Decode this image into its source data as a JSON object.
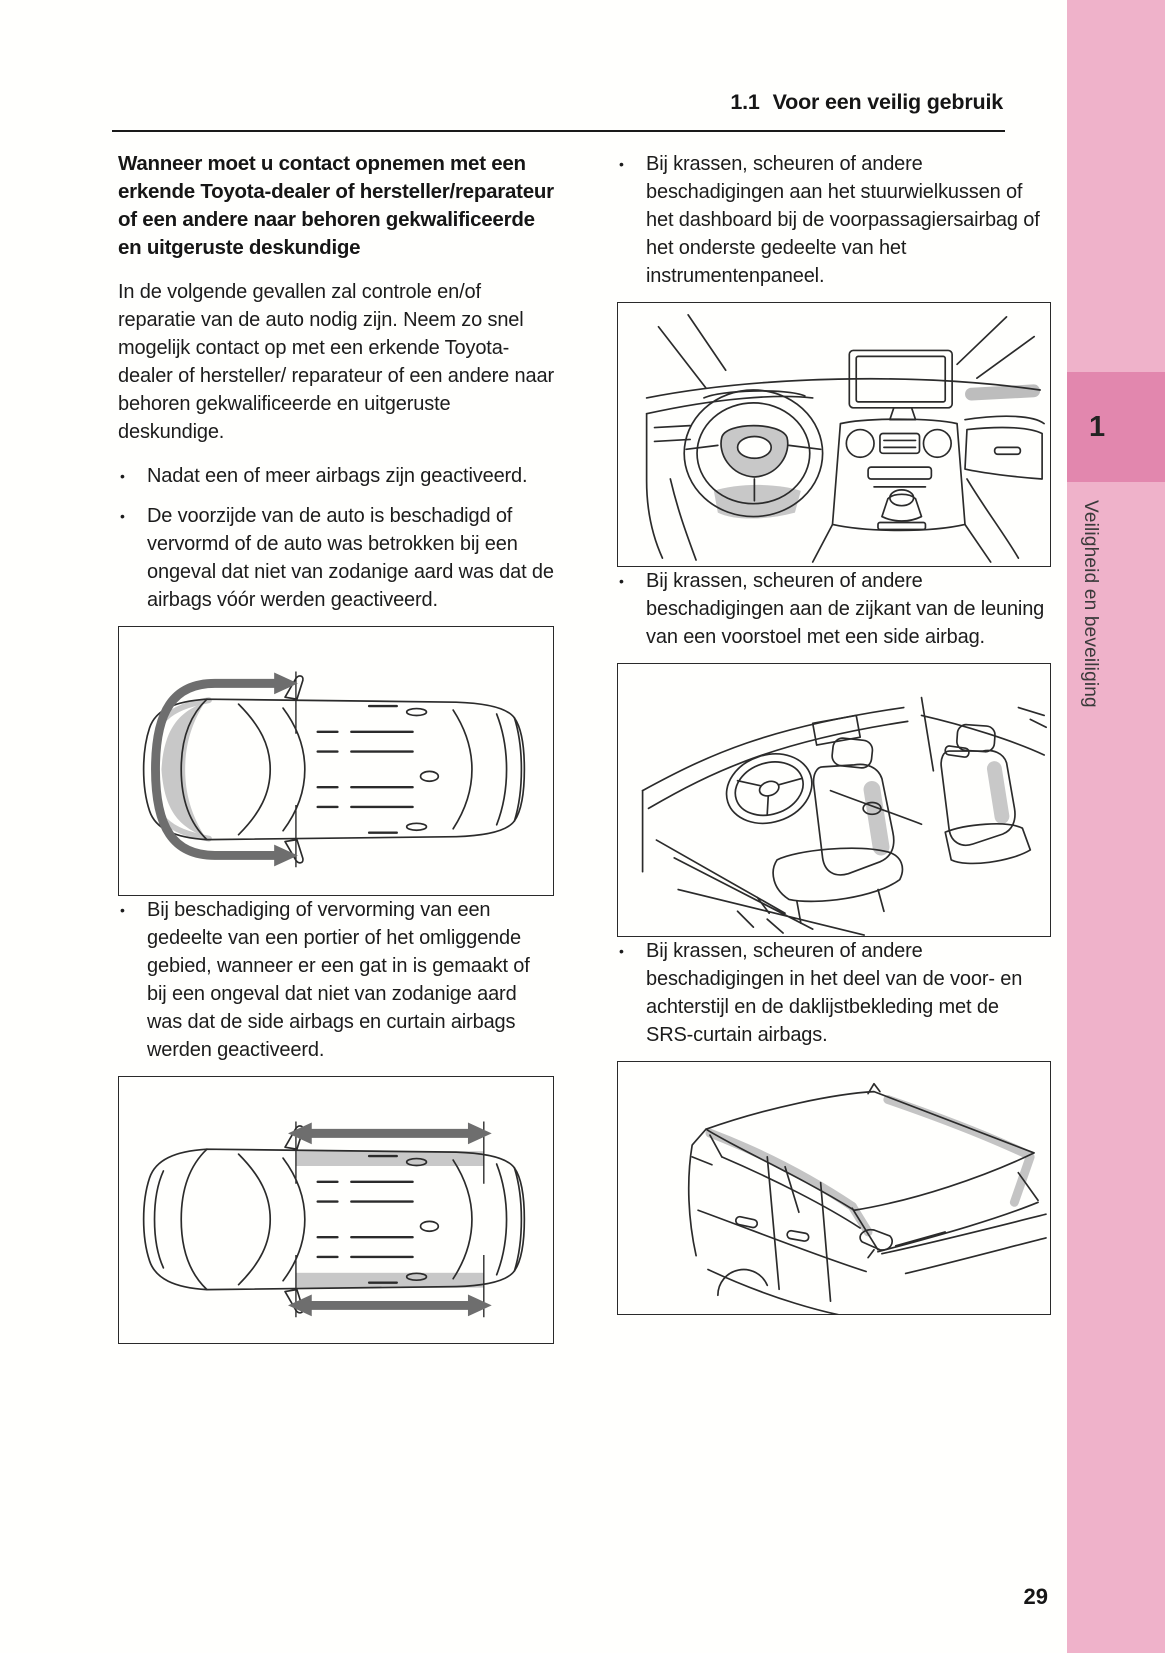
{
  "header": {
    "section_number": "1.1",
    "section_title": "Voor een veilig gebruik"
  },
  "sidebar": {
    "chapter_number": "1",
    "chapter_title": "Veiligheid en beveiliging",
    "colors": {
      "bar": "#efb2ca",
      "chapter_box": "#e287ae"
    }
  },
  "page_number": "29",
  "left_column": {
    "heading": "Wanneer moet u contact opnemen met een erkende Toyota-dealer of hersteller/reparateur of een andere naar behoren gekwalificeerde en uitgeruste deskundige",
    "intro": "In de volgende gevallen zal controle en/of reparatie van de auto nodig zijn. Neem zo snel mogelijk contact op met een erkende Toyota-dealer of hersteller/ reparateur of een andere naar behoren gekwalificeerde en uitgeruste deskundige.",
    "bullets_1": [
      "Nadat een of meer airbags zijn geactiveerd.",
      "De voorzijde van de auto is beschadigd of vervormd of de auto was betrokken bij een ongeval dat niet van zodanige aard was dat de airbags vóór werden geactiveerd."
    ],
    "figure_1": {
      "name": "car-top-view-front-impact-zone",
      "description": "Bovenaanzicht van de auto met pijl rond de beschadigde voorzijde"
    },
    "bullets_2": [
      "Bij beschadiging of vervorming van een gedeelte van een portier of het omliggende gebied, wanneer er een gat in is gemaakt of bij een ongeval dat niet van zodanige aard was dat de side airbags en curtain airbags werden geactiveerd."
    ],
    "figure_2": {
      "name": "car-top-view-side-impact-zone",
      "description": "Bovenaanzicht van de auto met pijlen langs de portierzones"
    }
  },
  "right_column": {
    "bullets_1": [
      "Bij krassen, scheuren of andere beschadigingen aan het stuurwielkussen of het dashboard bij de voorpassagiersairbag of het onderste gedeelte van het instrumentenpaneel."
    ],
    "figure_1": {
      "name": "dashboard-airbag-zones",
      "description": "Dashboard met gemarkeerd stuurwielkussen en voorpassagiersairbag"
    },
    "bullets_2": [
      "Bij krassen, scheuren of andere beschadigingen aan de zijkant van de leuning van een voorstoel met een side airbag."
    ],
    "figure_2": {
      "name": "front-seats-side-airbag-zones",
      "description": "Interieur met gemarkeerde zijkanten van de voorstoelleuningen"
    },
    "bullets_3": [
      "Bij krassen, scheuren of andere beschadigingen in het deel van de voor- en achterstijl en de daklijstbekleding met de SRS-curtain airbags."
    ],
    "figure_3": {
      "name": "roof-rail-curtain-airbag-zones",
      "description": "Buitenaanzicht met gemarkeerde dakstijlen en daklijsten"
    }
  }
}
